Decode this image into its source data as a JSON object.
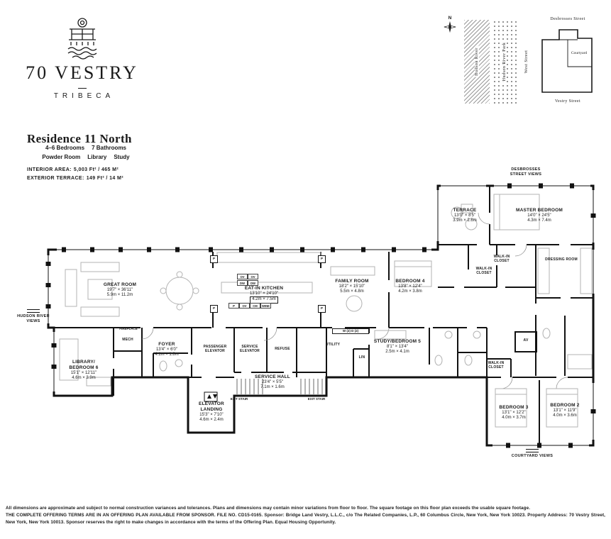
{
  "brand": {
    "name": "70 VESTRY",
    "district": "TRIBECA"
  },
  "site_map": {
    "compass": "N",
    "hudson_river": "Hudson River",
    "hudson_river_park": "Hudson River Park",
    "west_street": "West Street",
    "desbrosses_street": "Desbrosses Street",
    "courtyard": "Courtyard",
    "vestry_street": "Vestry Street"
  },
  "residence": {
    "title": "Residence 11 North",
    "bedrooms": "4–6 Bedrooms",
    "bathrooms": "7 Bathrooms",
    "extras": [
      "Powder Room",
      "Library",
      "Study"
    ],
    "interior_label": "INTERIOR AREA:",
    "interior_value": "5,003 Ft² / 465 M²",
    "exterior_label": "EXTERIOR TERRACE:",
    "exterior_value": "149 Ft² / 14 M²"
  },
  "views": {
    "hudson": "HUDSON RIVER VIEWS",
    "desbrosses": "DESBROSSES STREET VIEWS",
    "courtyard": "COURTYARD VIEWS"
  },
  "rooms": {
    "great_room": {
      "name": "GREAT ROOM",
      "ft": "19'7\" × 36'11\"",
      "m": "5.9m × 11.2m"
    },
    "kitchen": {
      "name": "EAT-IN KITCHEN",
      "ft": "13'10\" × 24'10\"",
      "m": "4.2m × 7.5m"
    },
    "family_room": {
      "name": "FAMILY ROOM",
      "ft": "18'2\" × 15'10\"",
      "m": "5.5m × 4.8m"
    },
    "bedroom4": {
      "name": "BEDROOM 4",
      "ft": "13'8\" × 12'4\"",
      "m": "4.2m × 3.8m"
    },
    "master_bedroom": {
      "name": "MASTER BEDROOM",
      "ft": "14'0\" × 24'5\"",
      "m": "4.3m × 7.4m"
    },
    "terrace": {
      "name": "TERRACE",
      "ft": "13'0\" × 8'5\"",
      "m": "3.9m × 2.6m"
    },
    "library_bedroom6": {
      "name": "LIBRARY/ BEDROOM 6",
      "ft": "15'1\" × 12'11\"",
      "m": "4.6m × 3.9m"
    },
    "foyer": {
      "name": "FOYER",
      "ft": "13'4\" × 6'0\"",
      "m": "4.1m × 1.8m"
    },
    "service_hall": {
      "name": "SERVICE HALL",
      "ft": "23'4\" × 5'5\"",
      "m": "7.1m × 1.6m"
    },
    "elevator_landing": {
      "name": "ELEVATOR LANDING",
      "ft": "15'3\" × 7'10\"",
      "m": "4.6m × 2.4m"
    },
    "study_bedroom5": {
      "name": "STUDY/BEDROOM 5",
      "ft": "8'1\" × 13'4\"",
      "m": "2.5m × 4.1m"
    },
    "bedroom3": {
      "name": "BEDROOM 3",
      "ft": "13'1\" × 12'2\"",
      "m": "4.0m × 3.7m"
    },
    "bedroom2": {
      "name": "BEDROOM 2",
      "ft": "13'1\" × 11'9\"",
      "m": "4.0m × 3.6m"
    }
  },
  "labels": {
    "walk_in_closet": "WALK-IN CLOSET",
    "dressing_room": "DRESSING ROOM",
    "passenger_elevator": "PASSENGER ELEVATOR",
    "service_elevator": "SERVICE ELEVATOR",
    "refuse": "REFUSE",
    "utility": "UTILITY",
    "mech": "MECH",
    "lin": "LIN",
    "av": "AV",
    "fireplace": "FIREPLACE",
    "exit_stair": "EXIT STAIR",
    "washer_dryer": "W (2) D (2)",
    "p": "P",
    "ov": "OV",
    "dw": "DW",
    "cm": "CM",
    "wine": "WINE"
  },
  "footer": {
    "line1": "All dimensions are approximate and subject to normal construction variances and tolerances. Plans and dimensions may contain minor variations from floor to floor. The square footage on this floor plan exceeds the usable square footage.",
    "line2": "THE COMPLETE OFFERING TERMS ARE IN AN OFFERING PLAN AVAILABLE FROM SPONSOR. FILE NO. CD15-0165. Sponsor: Bridge Land Vestry, L.L.C., c/o The Related Companies, L.P., 60 Columbus Circle, New York, New York 10023. Property Address: 70 Vestry Street, New York, New York 10013. Sponsor reserves the right to make changes in accordance with the terms of the Offering Plan. Equal Housing Opportunity."
  }
}
